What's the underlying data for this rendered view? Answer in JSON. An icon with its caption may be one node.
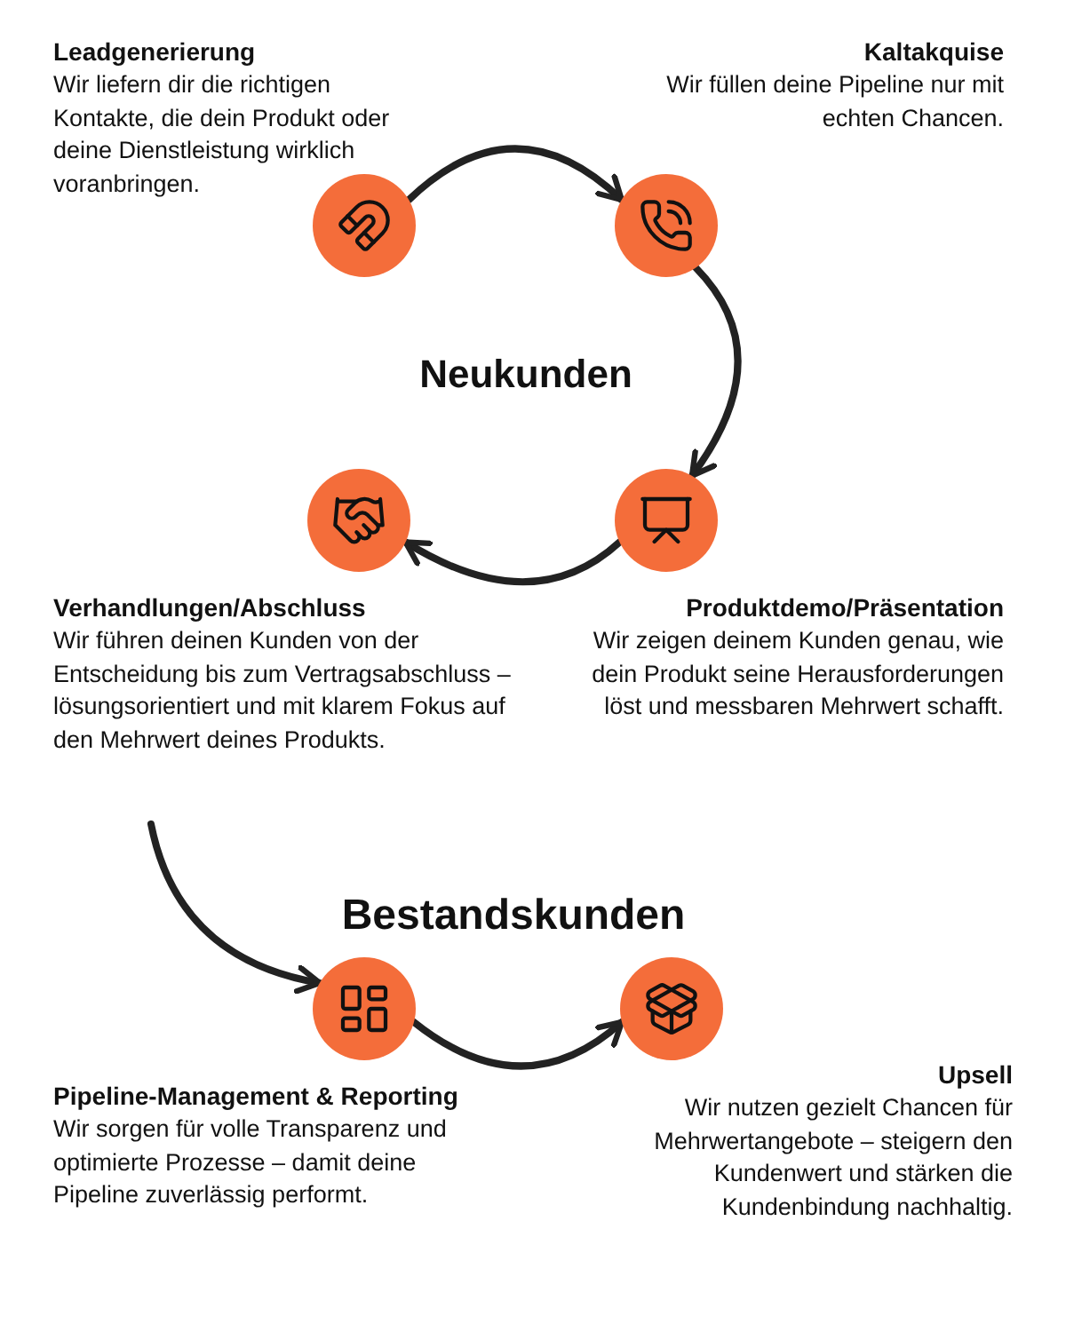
{
  "diagram": {
    "nodes": [
      {
        "text": [],
        "shape": "circle",
        "beside": [
          "Leadgenerierung",
          "Wir liefern dir die richtigen Kontakte, die dein Produkt oder deine Dienstleistung wirklich voranbringen."
        ]
      },
      {
        "text": [],
        "shape": "circle",
        "beside": [
          "Kaltakquise",
          "Wir füllen deine Pipeline nur mit echten Chancen."
        ]
      },
      {
        "text": [],
        "shape": "circle",
        "beside": [
          "Verhandlungen/Abschluss",
          "Wir führen deinen Kunden von der Entscheidung bis zum Vertragsabschluss – lösungsorientiert und mit klarem Fokus auf den Mehrwert deines Produkts."
        ]
      },
      {
        "text": [],
        "shape": "circle",
        "beside": [
          "Produktdemo/Präsentation",
          "Wir zeigen deinem Kunden genau, wie dein Produkt seine Herausforderungen löst und messbaren Mehrwert schafft."
        ]
      },
      {
        "text": [],
        "shape": "circle",
        "beside": [
          "Pipeline-Management & Reporting",
          "Wir sorgen für volle Transparenz und optimierte Prozesse – damit deine Pipeline zuverlässig performt."
        ]
      },
      {
        "text": [],
        "shape": "circle",
        "beside": [
          "Upsell",
          "Wir nutzen gezielt Chancen für Mehrwertangebote – steigern den Kundenwert und stärken die Kundenbindung nachhaltig."
        ]
      }
    ],
    "edges": [
      {
        "from": 0,
        "to": 1,
        "arrow": "to"
      },
      {
        "from": 1,
        "to": 3,
        "arrow": "to"
      },
      {
        "from": 3,
        "to": 2,
        "arrow": "to"
      },
      {
        "from": 2,
        "to": 4,
        "arrow": "to"
      },
      {
        "from": 4,
        "to": 5,
        "arrow": "to"
      }
    ],
    "labels": [
      "Neukunden",
      "Bestandskunden"
    ]
  }
}
